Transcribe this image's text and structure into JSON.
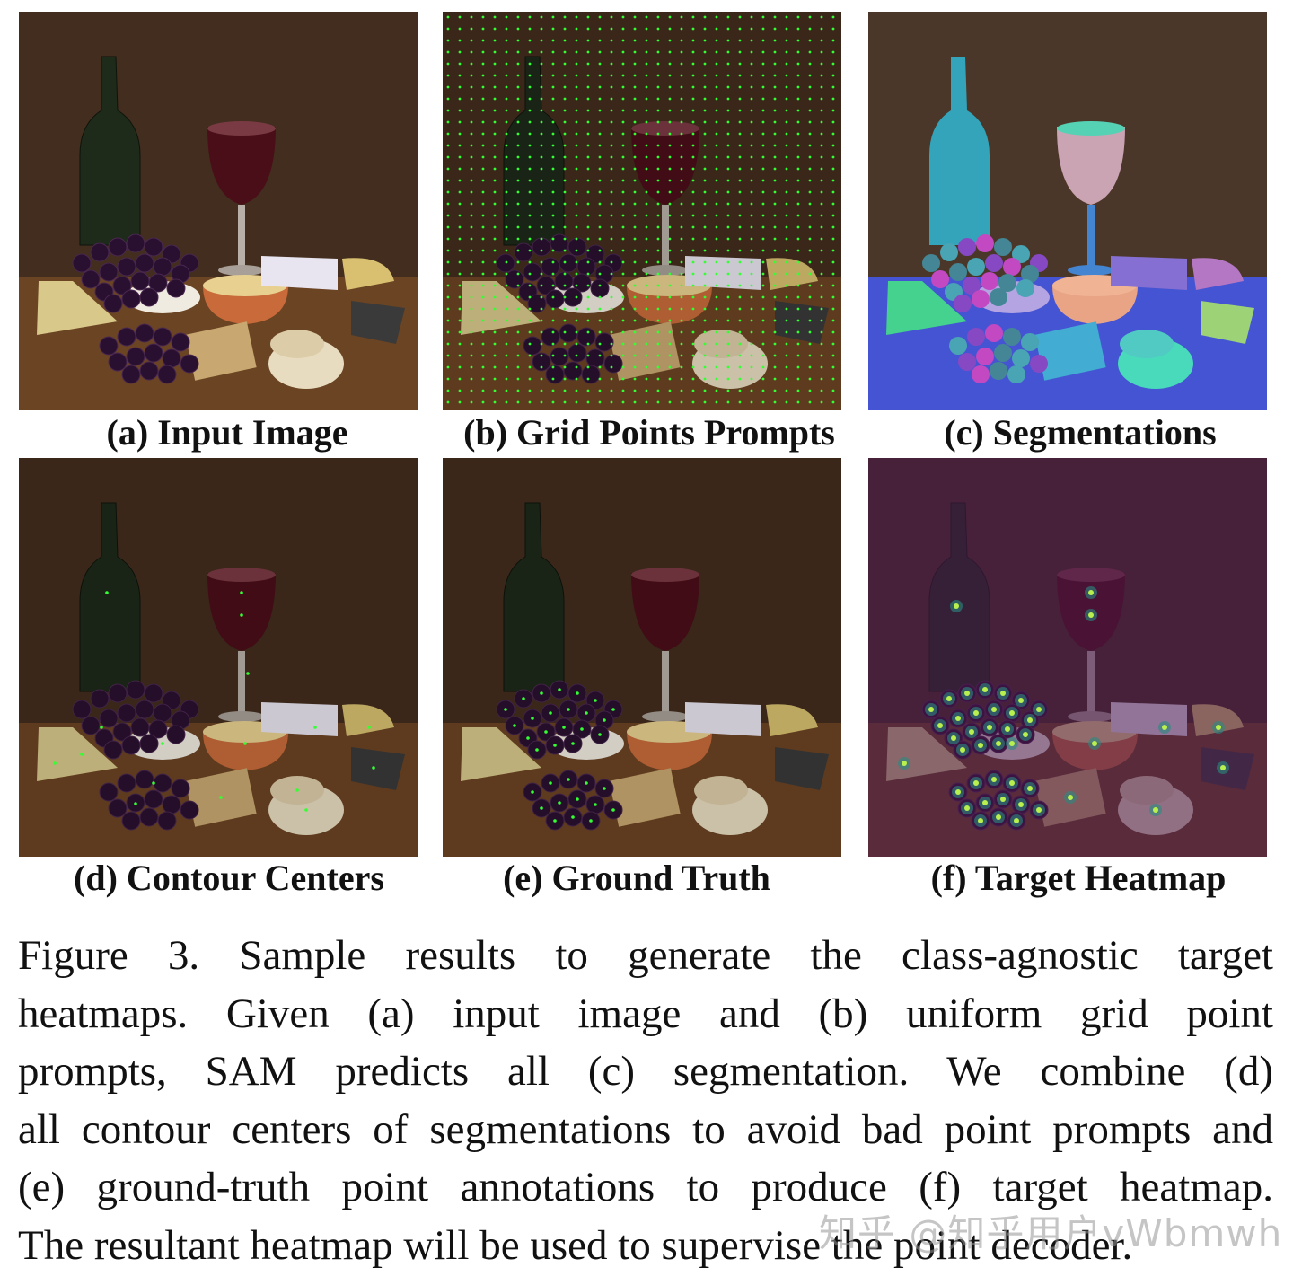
{
  "figure": {
    "panels": [
      {
        "id": "a",
        "caption": "(a) Input Image",
        "overlay": "none"
      },
      {
        "id": "b",
        "caption": "(b) Grid Points Prompts",
        "overlay": "grid-points"
      },
      {
        "id": "c",
        "caption": "(c) Segmentations",
        "overlay": "segmentation"
      },
      {
        "id": "d",
        "caption": "(d) Contour Centers",
        "overlay": "contour-centers"
      },
      {
        "id": "e",
        "caption": "(e) Ground Truth",
        "overlay": "ground-truth-points"
      },
      {
        "id": "f",
        "caption": "(f) Target Heatmap",
        "overlay": "heatmap"
      }
    ],
    "caption_lines": [
      "Figure 3.  Sample results to generate the class-agnostic target",
      "heatmaps.  Given (a) input image and (b) uniform grid point",
      "prompts, SAM predicts all (c) segmentation.  We combine (d)",
      "all contour centers of segmentations to avoid bad point prompts and",
      "(e) ground-truth point annotations to produce (f) target heatmap.",
      "The resultant heatmap will be used to supervise the point decoder."
    ],
    "watermark": "知乎 @知乎用户vWbmwh"
  },
  "colors": {
    "background_wall": "#3d2a1c",
    "table": "#6b4423",
    "point_green": "#33ff33",
    "heatmap_tint": "#4a1850",
    "seg_table": "#3a4bd0"
  }
}
